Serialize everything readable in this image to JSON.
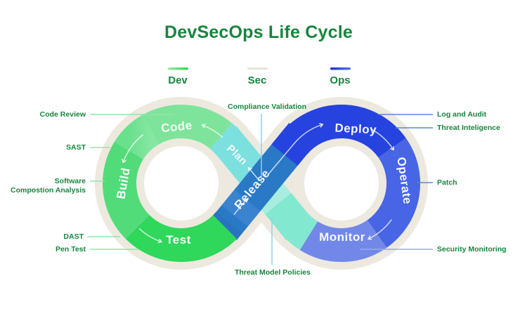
{
  "title": "DevSecOps Life Cycle",
  "legend": {
    "dev": {
      "label": "Dev",
      "bar_start": "#9FE9A6",
      "bar_end": "#2FD75A"
    },
    "sec": {
      "label": "Sec",
      "bar_color": "#E9E6DA"
    },
    "ops": {
      "label": "Ops",
      "bar_start": "#1C2FC8",
      "bar_end": "#5577E8"
    }
  },
  "stages": {
    "plan": {
      "label": "Plan",
      "color": "#7BE0DE"
    },
    "code": {
      "label": "Code",
      "color": "#7EE49B"
    },
    "build": {
      "label": "Build",
      "color": "#52DB79"
    },
    "test": {
      "label": "Test",
      "color": "#2FD75A"
    },
    "release": {
      "label": "Release",
      "color": "#2979C6"
    },
    "deploy": {
      "label": "Deploy",
      "color": "#2643E0"
    },
    "operate": {
      "label": "Operate",
      "color": "#4765E4"
    },
    "monitor": {
      "label": "Monitor",
      "color": "#7288E9"
    }
  },
  "callouts": {
    "code_review": "Code Review",
    "sast": "SAST",
    "sca_line1": "Software",
    "sca_line2": "Compostion Analysis",
    "dast": "DAST",
    "pen_test": "Pen Test",
    "compliance_validation": "Compliance Validation",
    "threat_model_policies": "Threat Model Policies",
    "log_and_audit": "Log and Audit",
    "threat_inteligence": "Threat Inteligence",
    "patch": "Patch",
    "security_monitoring": "Security Monitoring"
  },
  "colors": {
    "title_green": "#17853E",
    "halo_beige": "#EDE9DF",
    "mint_transition": "#82E8D0",
    "mint_light": "#A8EDDF",
    "left_line_green": "#90E5A8",
    "right_line_blue": "#5B87DA",
    "periwinkle_line": "#97A9EE",
    "center_line_blue": "#8FD0EA"
  }
}
